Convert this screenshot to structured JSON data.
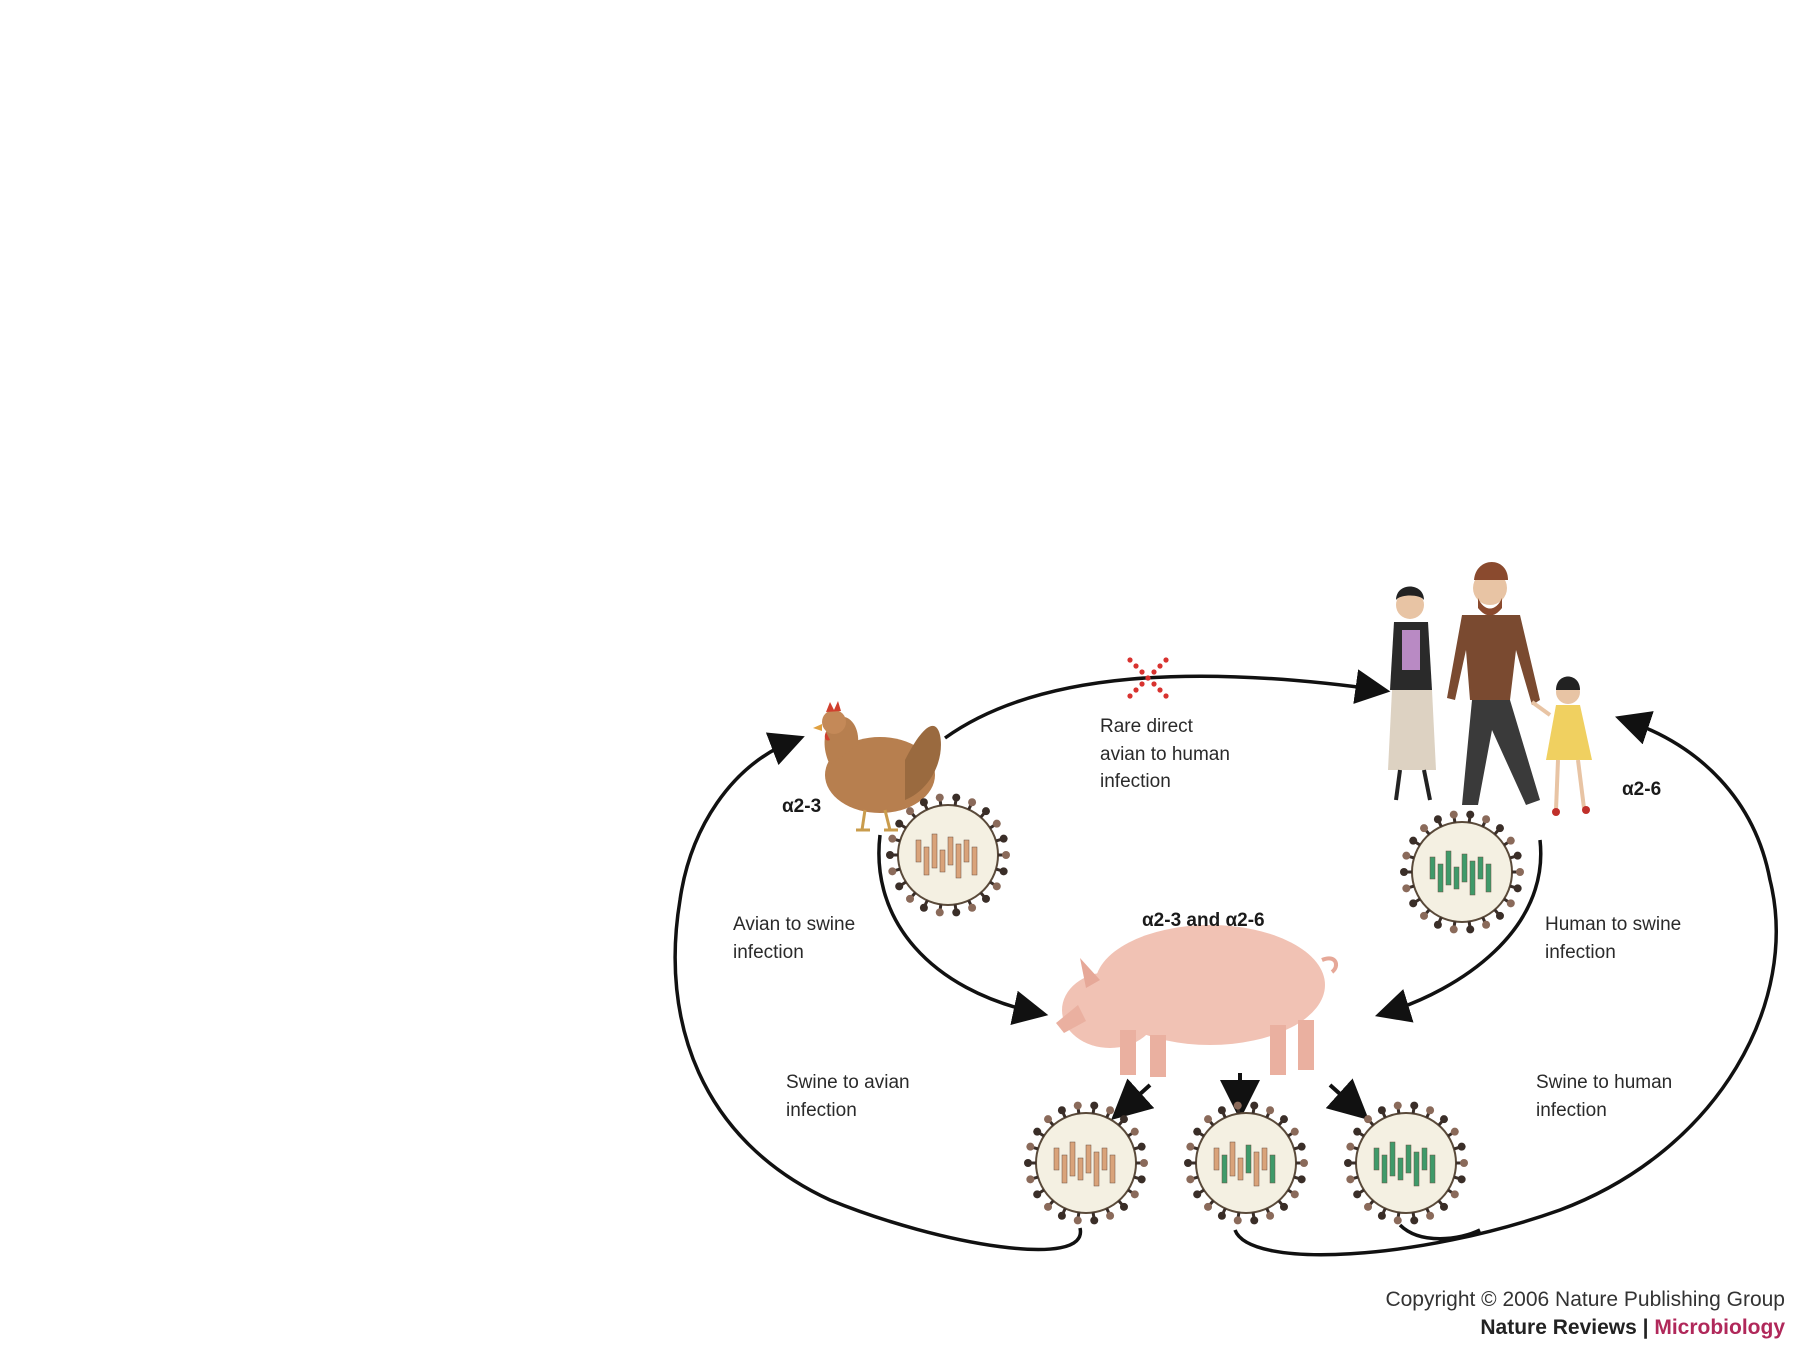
{
  "labels": {
    "rare_direct": [
      "Rare direct",
      "avian to human",
      "infection"
    ],
    "avian_to_swine": [
      "Avian to swine",
      "infection"
    ],
    "human_to_swine": [
      "Human to swine",
      "infection"
    ],
    "swine_to_avian": [
      "Swine to avian",
      "infection"
    ],
    "swine_to_human": [
      "Swine to human",
      "infection"
    ],
    "receptor_avian": "α2-3",
    "receptor_human": "α2-6",
    "receptor_swine": "α2-3 and α2-6"
  },
  "footer": {
    "copyright": "Copyright © 2006 Nature Publishing Group",
    "journal_prefix": "Nature Reviews",
    "journal_separator": " | ",
    "journal_name": "Microbiology"
  },
  "colors": {
    "avian_segments": "#d9a37a",
    "human_segments": "#3f9a6a",
    "blocked_marker": "#d8322f",
    "journal_accent": "#b0285a"
  },
  "icons": [
    "chicken-icon",
    "human-family-icon",
    "pig-icon",
    "virus-particle-icon",
    "blocked-x-icon"
  ]
}
